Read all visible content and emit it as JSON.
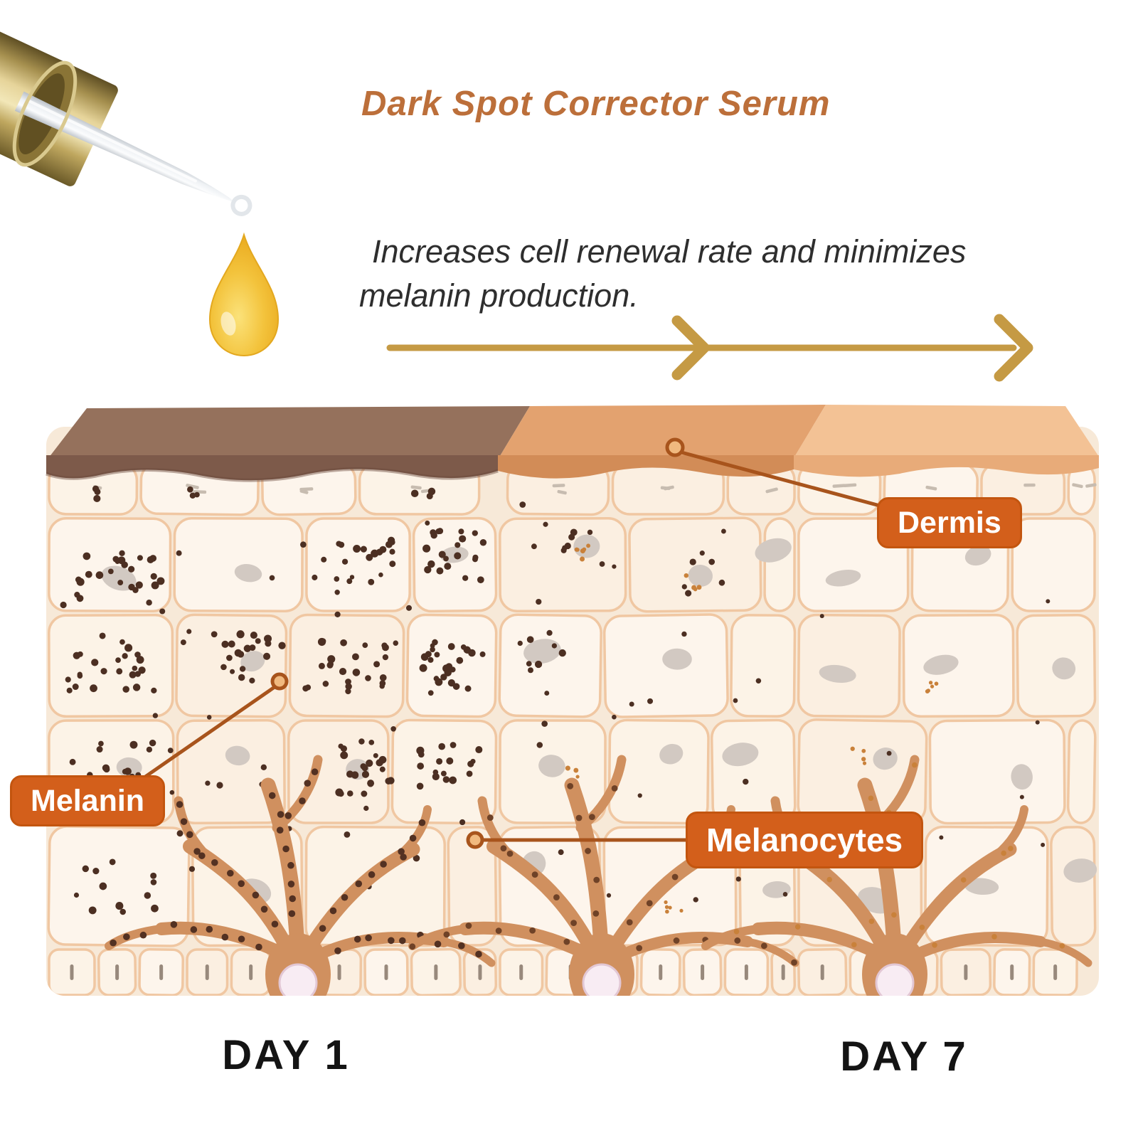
{
  "page": {
    "background": "#ffffff"
  },
  "header": {
    "title": "Dark Spot Corrector Serum",
    "title_color": "#bc6f3a"
  },
  "description": {
    "line1": "Increases cell renewal rate and minimizes",
    "line2": "melanin production."
  },
  "timeline": {
    "start_label": "DAY 1",
    "end_label": "DAY 7",
    "arrow_color": "#c59a44"
  },
  "callouts": {
    "dermis": "Dermis",
    "melanin": "Melanin",
    "melanocytes": "Melanocytes",
    "badge_bg": "#d35f1b",
    "badge_border": "#c3550f",
    "badge_text_color": "#ffffff",
    "pointer_color": "#a8541c"
  },
  "icons": {
    "dropper": "dropper-icon",
    "serum_drop": "serum-drop-icon",
    "arrow": "timeline-arrow-icon"
  },
  "diagram": {
    "type": "skin-cross-section",
    "sections": [
      {
        "label": "left",
        "surface_top": "#95715c",
        "surface_front": "#7d5a4a",
        "melanin_level": "high"
      },
      {
        "label": "middle",
        "surface_top": "#e3a26f",
        "surface_front": "#d28c57",
        "melanin_level": "medium"
      },
      {
        "label": "right",
        "surface_top": "#f3c295",
        "surface_front": "#e8ab79",
        "melanin_level": "low"
      }
    ],
    "cell_fill": "#fdf5ec",
    "cell_stroke": "#f0c7a2",
    "nucleus_color": "#d2c9c2",
    "melanin_dot_color": "#4c2f22",
    "golden_speck_color": "#c9813a",
    "melanocyte_color": "#d0905f",
    "melanocyte_nucleus": "#f8ecf3"
  }
}
